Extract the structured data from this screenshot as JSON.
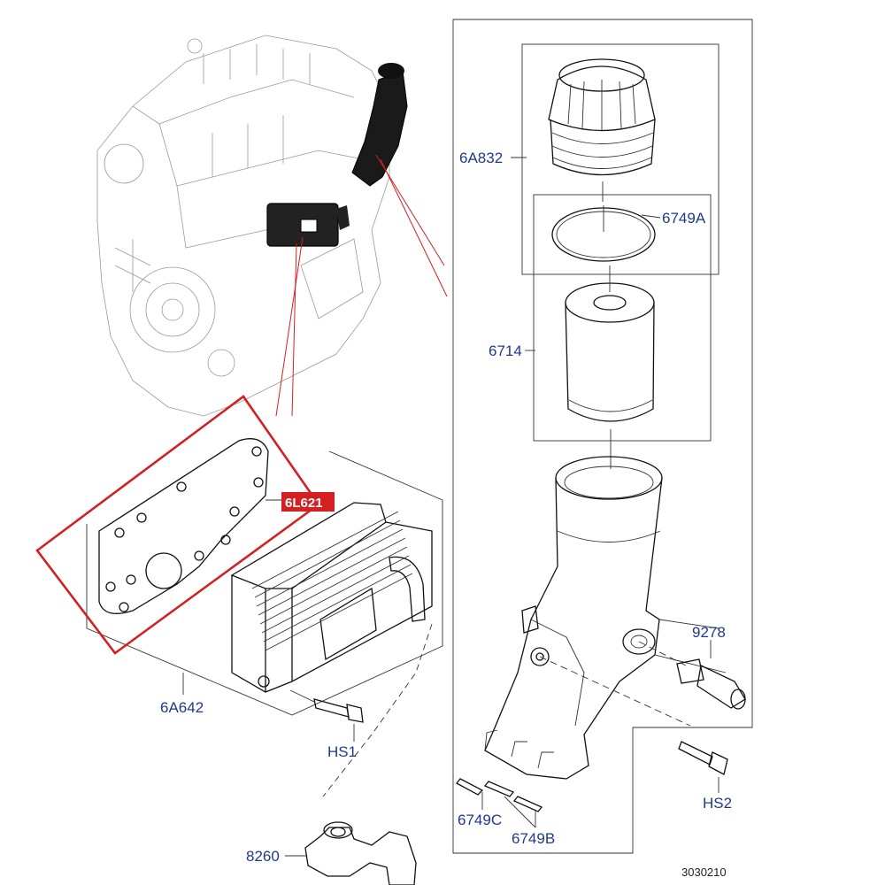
{
  "labels": {
    "filter_cap": "6A832",
    "o_ring": "6749A",
    "filter_element": "6714",
    "oil_cooler_gasket": "6L621",
    "oil_cooler": "6A642",
    "pressure_switch": "9278",
    "bolt_1": "HS1",
    "bolt_2": "HS2",
    "seal_c": "6749C",
    "seal_b": "6749B",
    "hose": "8260"
  },
  "figure_number": "3030210",
  "colors": {
    "label_text": "#1f3a8a",
    "highlight_red": "#d42020",
    "line_art": "#111111"
  }
}
